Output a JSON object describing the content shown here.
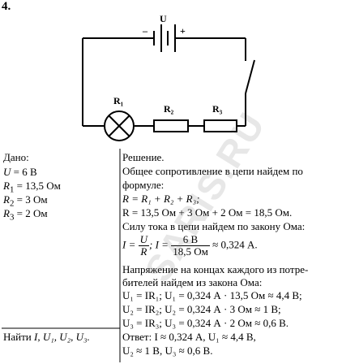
{
  "problem_number": "4.",
  "circuit": {
    "source_label": "U",
    "minus_sign": "–",
    "plus_sign": "+",
    "r1_label": "R₁",
    "r2_label": "R₂",
    "r3_label": "R₃"
  },
  "given": {
    "title": "Дано:",
    "items": [
      {
        "name": "U",
        "value": " = 6 В"
      },
      {
        "name": "R",
        "sub": "1",
        "value": " = 13,5 Ом"
      },
      {
        "name": "R",
        "sub": "2",
        "value": " = 3 Ом"
      },
      {
        "name": "R",
        "sub": "3",
        "value": " = 2 Ом"
      }
    ]
  },
  "find": {
    "text_prefix": "Найти ",
    "quantities": "I, U₁, U₂, U₃."
  },
  "solution": {
    "title": "Решение.",
    "line1": "Общее сопротивление в цепи найдем по",
    "line2": "формуле:",
    "formula_r": "R = R₁ + R₂ + R₃;",
    "calc_r": "R = 13,5 Ом + 3 Ом + 2 Ом = 18,5 Ом.",
    "line3": "Силу тока в цепи найдем по закону Ома:",
    "ohm_lhs": "I =",
    "ohm_num": "U",
    "ohm_den": "R",
    "ohm_mid": ";  I =",
    "ohm_num2": "6 В",
    "ohm_den2": "18,5 Ом",
    "ohm_result": "≈ 0,324 А.",
    "line4": "Напряжение на концах каждого из потре-",
    "line5": "бителей найдем из закона Ома:",
    "u1": "U₁ = IR₁; U₁ = 0,324 А · 13,5 Ом ≈ 4,4 В;",
    "u2": "U₂ = IR₂; U₂ = 0,324 А · 3 Ом ≈ 1 В;",
    "u3": "U₃ = IR₃; U₃ = 0,324 А · 2 Ом ≈ 0,6 В.",
    "answer1": "Ответ: I ≈ 0,324 А, U₁ ≈ 4,4 В,",
    "answer2": "U₂ ≈ 1 В, U₃ ≈ 0,6 В."
  },
  "watermark": "SARIS.RU"
}
